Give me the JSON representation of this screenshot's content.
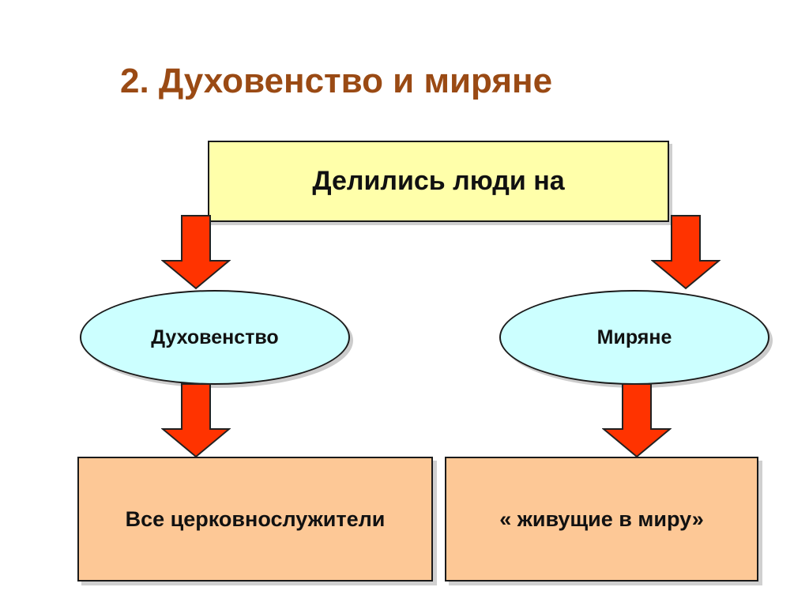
{
  "title": "2. Духовенство и миряне",
  "top_box": {
    "label": "Делились люди на"
  },
  "groups": [
    {
      "name": "Духовенство",
      "description": "Все церковнослужители"
    },
    {
      "name": "Миряне",
      "description": "« живущие в миру»"
    }
  ],
  "colors": {
    "title": "#9a4a14",
    "top_box_fill": "#ffffaa",
    "ellipse_fill": "#ccffff",
    "bottom_box_fill": "#fdc896",
    "arrow_fill": "#ff3300"
  }
}
